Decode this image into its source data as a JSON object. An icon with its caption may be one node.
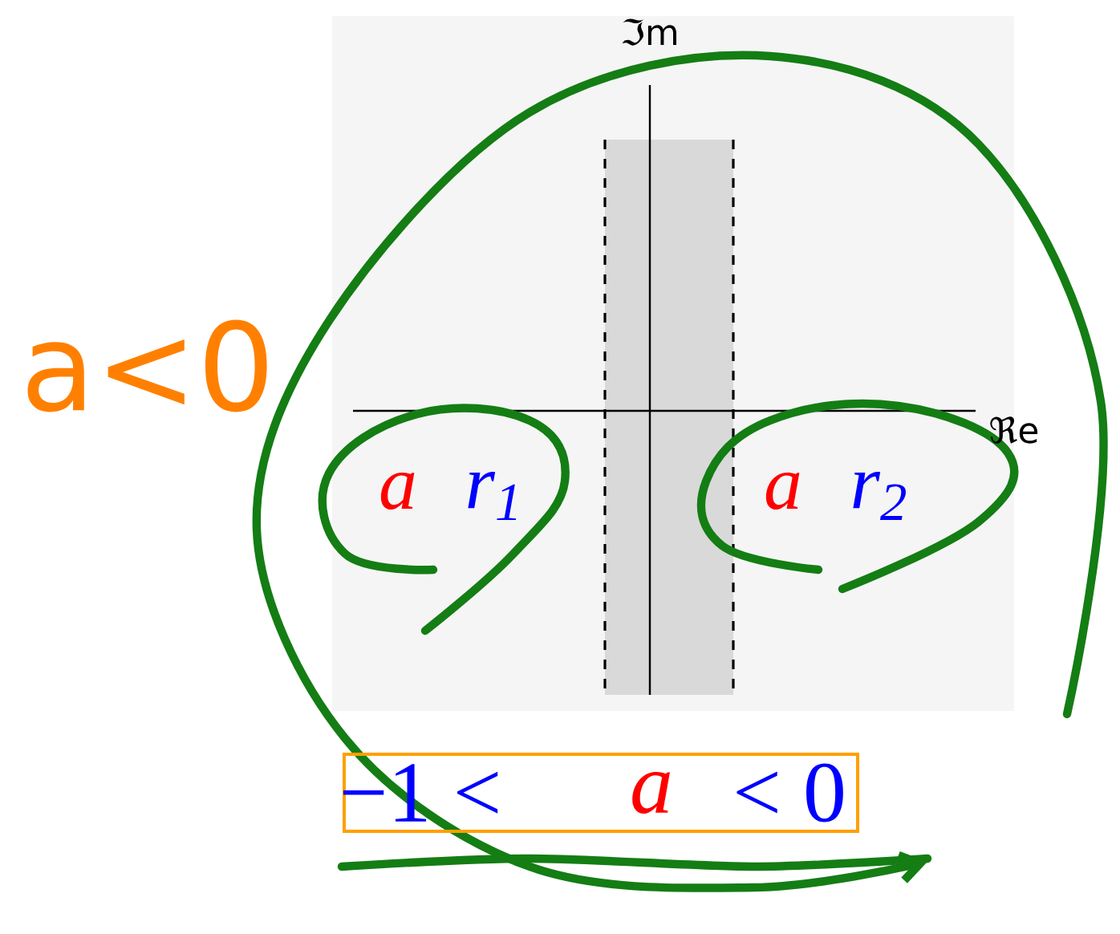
{
  "diagram": {
    "nodes": [
      {
        "text": [
          "−1 <",
          "a",
          "< 0"
        ]
      }
    ],
    "labels": [
      "ℑm",
      "a<0",
      "ℜe",
      "a",
      "r$_{1}$",
      "a",
      "r$_{2}$"
    ]
  }
}
